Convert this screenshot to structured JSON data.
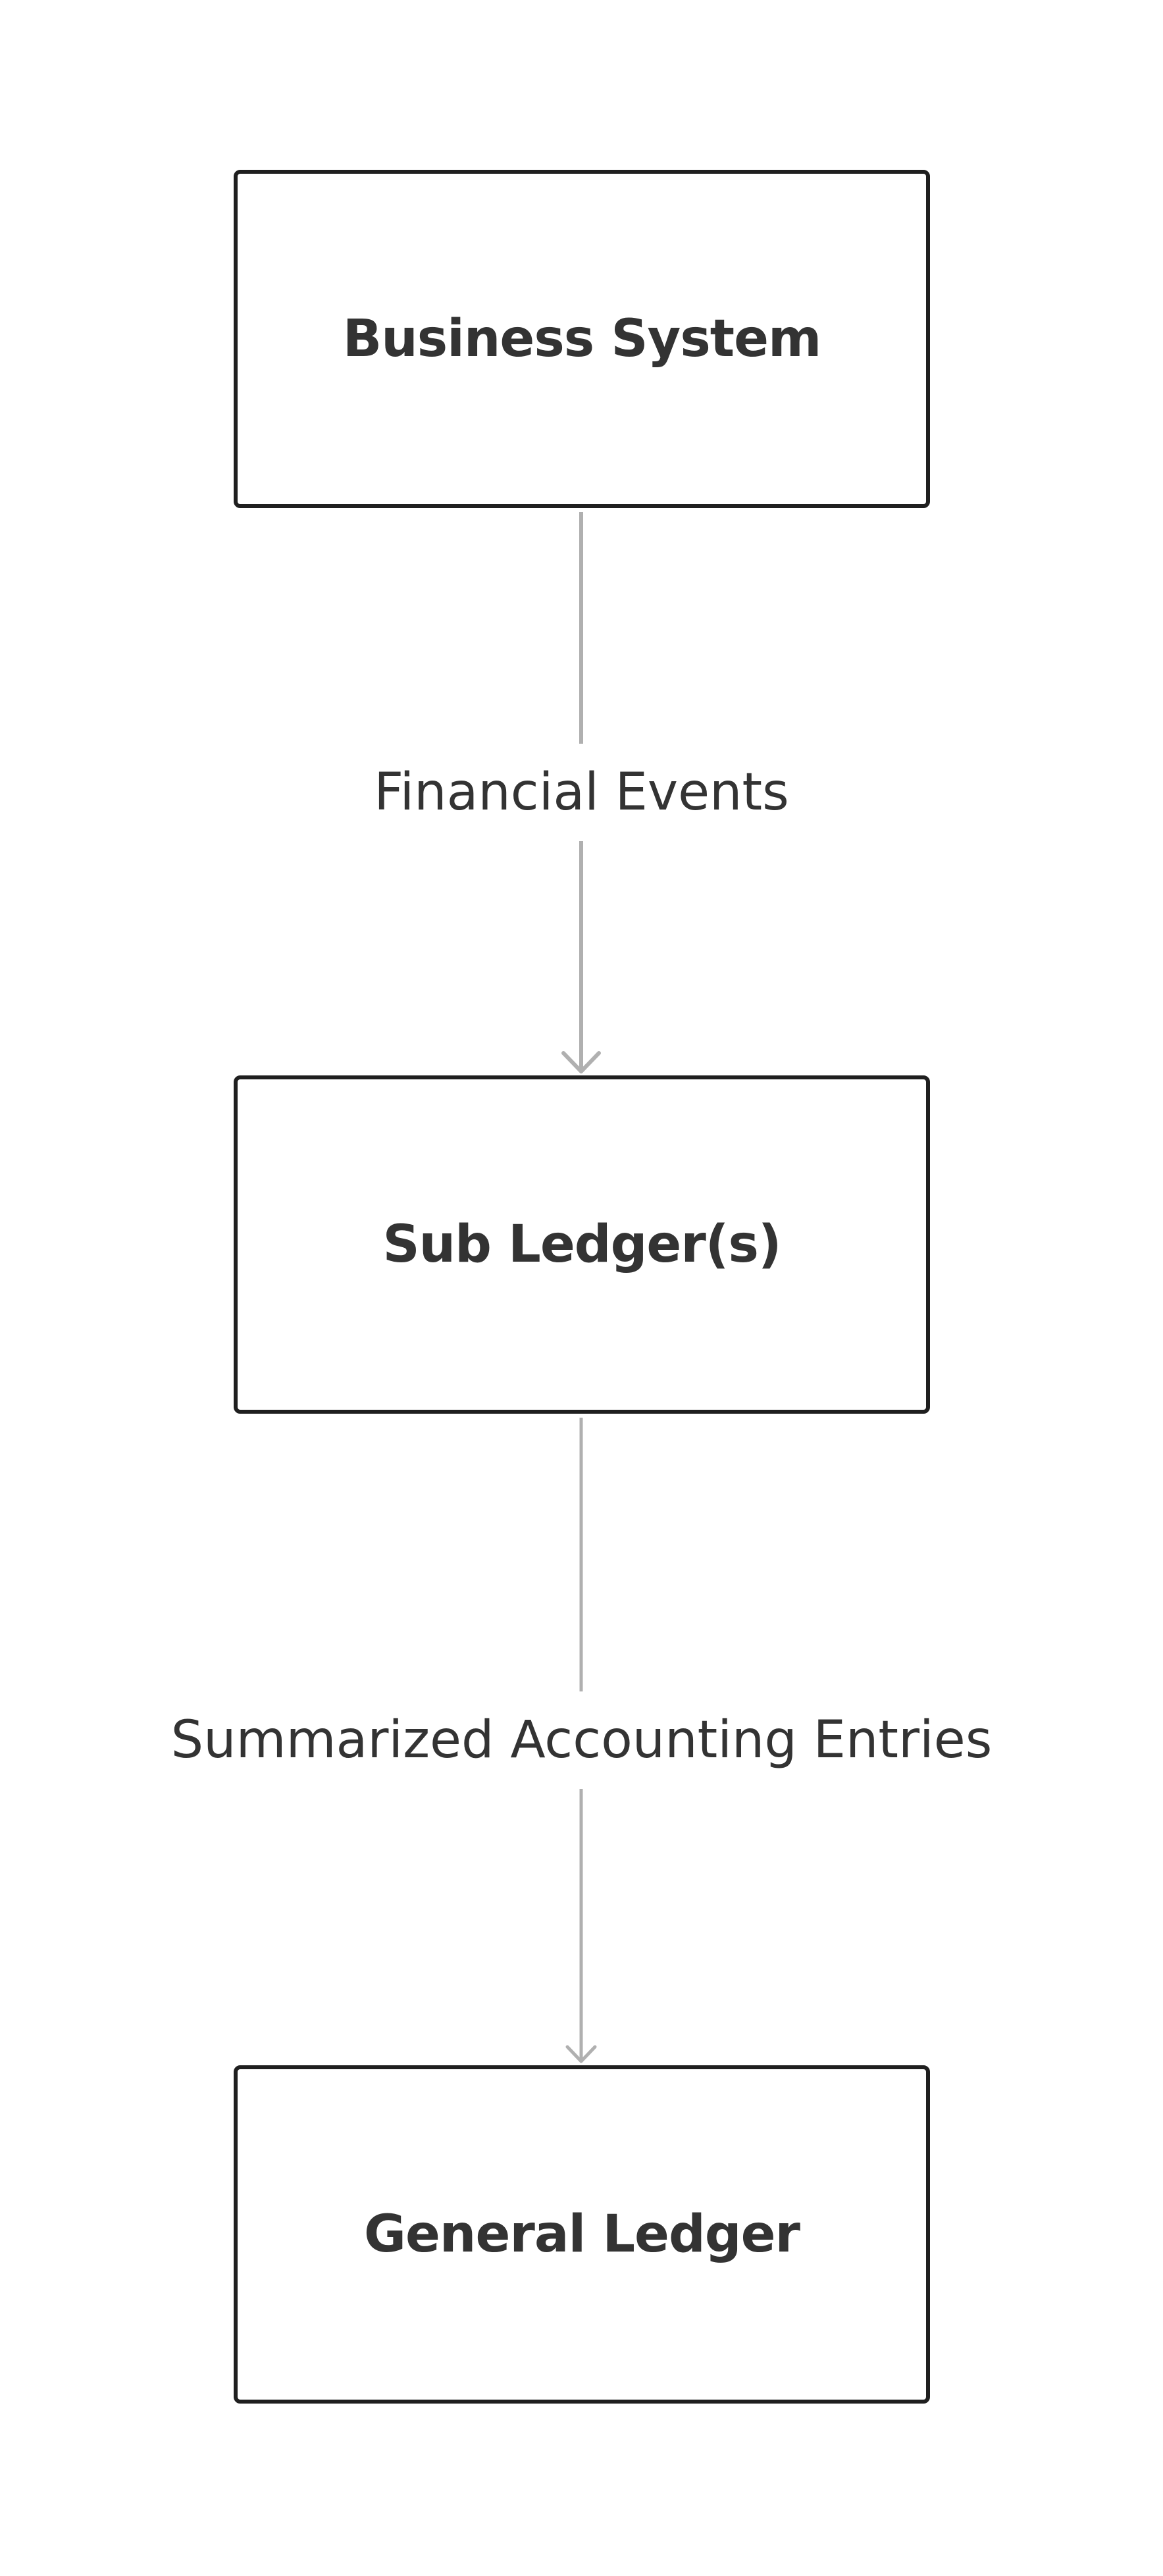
{
  "diagram": {
    "nodes": [
      {
        "id": "business-system",
        "label": "Business System"
      },
      {
        "id": "sub-ledgers",
        "label": "Sub Ledger(s)"
      },
      {
        "id": "general-ledger",
        "label": "General Ledger"
      }
    ],
    "edges": [
      {
        "from": "business-system",
        "to": "sub-ledgers",
        "label": "Financial Events"
      },
      {
        "from": "sub-ledgers",
        "to": "general-ledger",
        "label": "Summarized Accounting Entries"
      }
    ],
    "colors": {
      "node_border": "#1f1f1f",
      "node_text": "#333333",
      "edge_line": "#b0b0b0",
      "background": "#ffffff"
    }
  }
}
